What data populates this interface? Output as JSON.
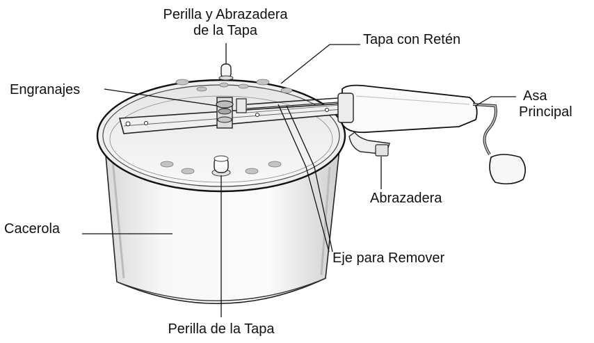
{
  "labels": {
    "lid_knob_clamp_line1": "Perilla y Abrazadera",
    "lid_knob_clamp_line2": "de la Tapa",
    "lid_with_latch": "Tapa con Retén",
    "gears": "Engranajes",
    "main_handle_line1": "Asa",
    "main_handle_line2": "Principal",
    "clamp": "Abrazadera",
    "pot": "Cacerola",
    "stirring_shaft": "Eje para Remover",
    "lid_knob": "Perilla de la Tapa"
  },
  "colors": {
    "ink": "#111111",
    "metal_light": "#f3f3f3",
    "metal_shade": "#d6d6d6",
    "handle": "#fafafa"
  }
}
